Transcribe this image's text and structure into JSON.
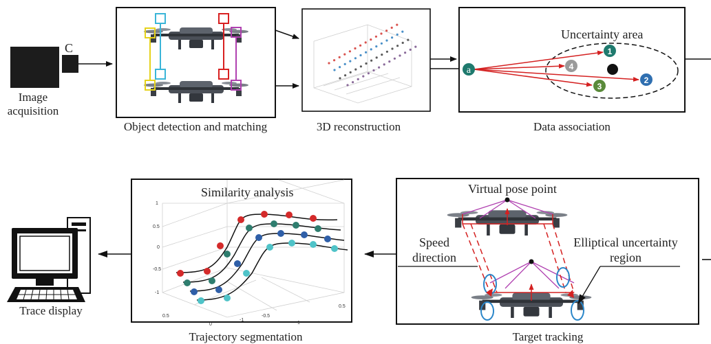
{
  "stages": {
    "image_acquisition": "Image acquisition",
    "camera_mark": "C",
    "object_detection": "Object detection and matching",
    "reconstruction": "3D reconstruction",
    "data_association": "Data association",
    "trace_display": "Trace display",
    "trajectory_segmentation": "Trajectory segmentation",
    "target_tracking": "Target tracking"
  },
  "association": {
    "uncertainty_area": "Uncertainty area",
    "source_node": "a",
    "candidates": [
      "1",
      "2",
      "3",
      "4"
    ]
  },
  "segmentation": {
    "similarity_analysis": "Similarity analysis",
    "z_ticks": [
      "-1",
      "-0.5",
      "0",
      "0.5",
      "1"
    ],
    "x_ticks": [
      "-1",
      "-0.5",
      "0",
      "0.5",
      "1"
    ]
  },
  "tracking": {
    "virtual_pose_point": "Virtual pose point",
    "speed_direction": "Speed direction",
    "elliptical_uncertainty": "Elliptical uncertainty region"
  },
  "colors": {
    "arrow": "#111111",
    "red_arrow": "#d42020",
    "node_teal": "#1f7a6e",
    "node_blue": "#2f6fb0",
    "node_green": "#5a8a3a",
    "node_grey": "#9a9a9a",
    "ellipse_blue": "#2a86c9",
    "purple": "#b040b0"
  }
}
